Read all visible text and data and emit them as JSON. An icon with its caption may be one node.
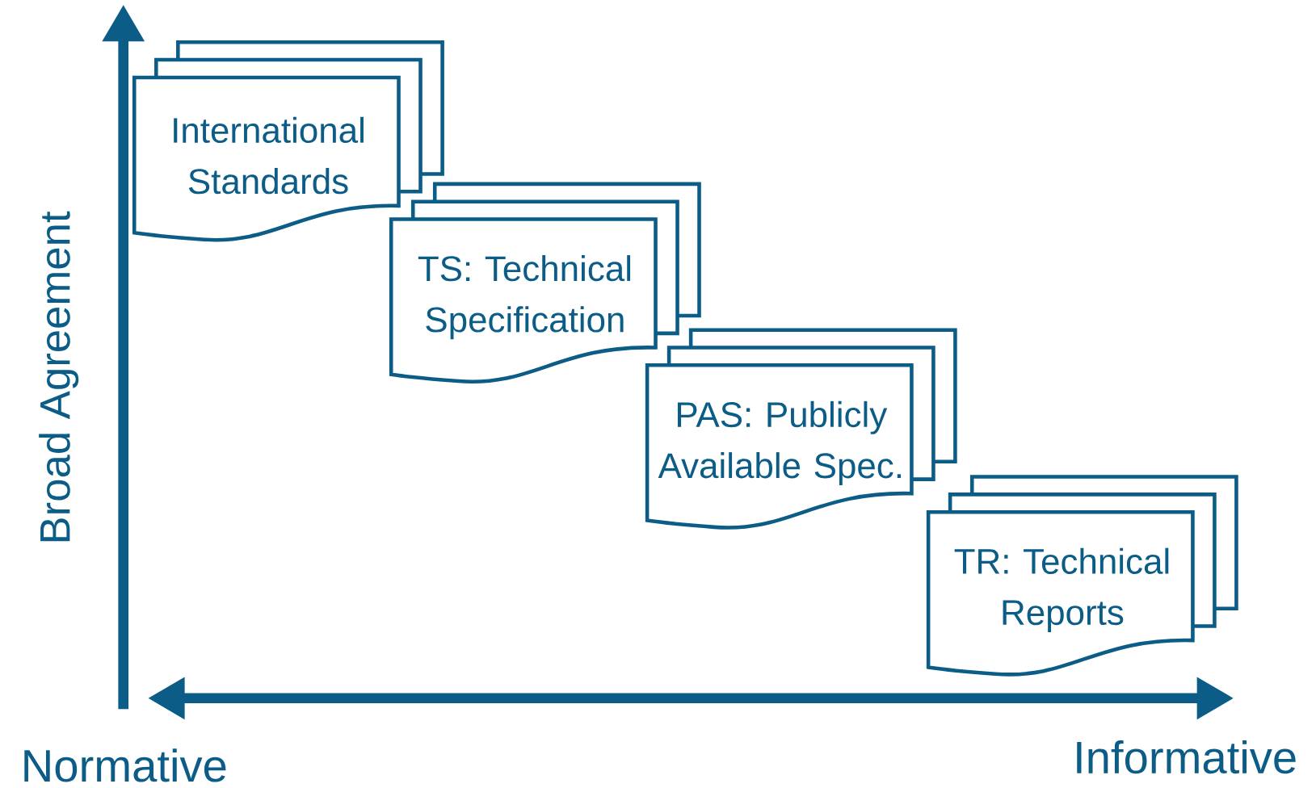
{
  "diagram": {
    "nodes": [
      {
        "text": [
          "International Standards"
        ]
      },
      {
        "text": [
          "TS: Technical Specification"
        ]
      },
      {
        "text": [
          "PAS: Publicly Available Spec."
        ]
      },
      {
        "text": [
          "TR: Technical Reports"
        ]
      }
    ],
    "labels": [
      "Broad Agreement",
      "Normative",
      "Informative"
    ]
  }
}
